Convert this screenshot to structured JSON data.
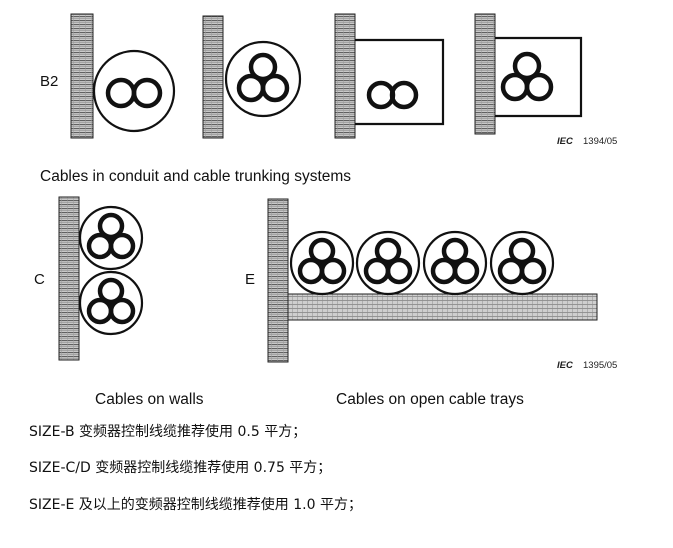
{
  "figure": {
    "row1": {
      "method_label": "B2",
      "caption": "Cables in conduit and cable trunking systems",
      "iec_mark": "IEC",
      "iec_number": "1394/05"
    },
    "row2": {
      "method_label_c": "C",
      "method_label_e": "E",
      "caption_walls": "Cables on walls",
      "caption_trays": "Cables on open cable trays",
      "iec_mark": "IEC",
      "iec_number": "1395/05"
    }
  },
  "notes": [
    "SIZE-B 变频器控制线缆推荐使用 0.5 平方；",
    "SIZE-C/D 变频器控制线缆推荐使用 0.75 平方；",
    "SIZE-E 及以上的变频器控制线缆推荐使用 1.0 平方；"
  ]
}
